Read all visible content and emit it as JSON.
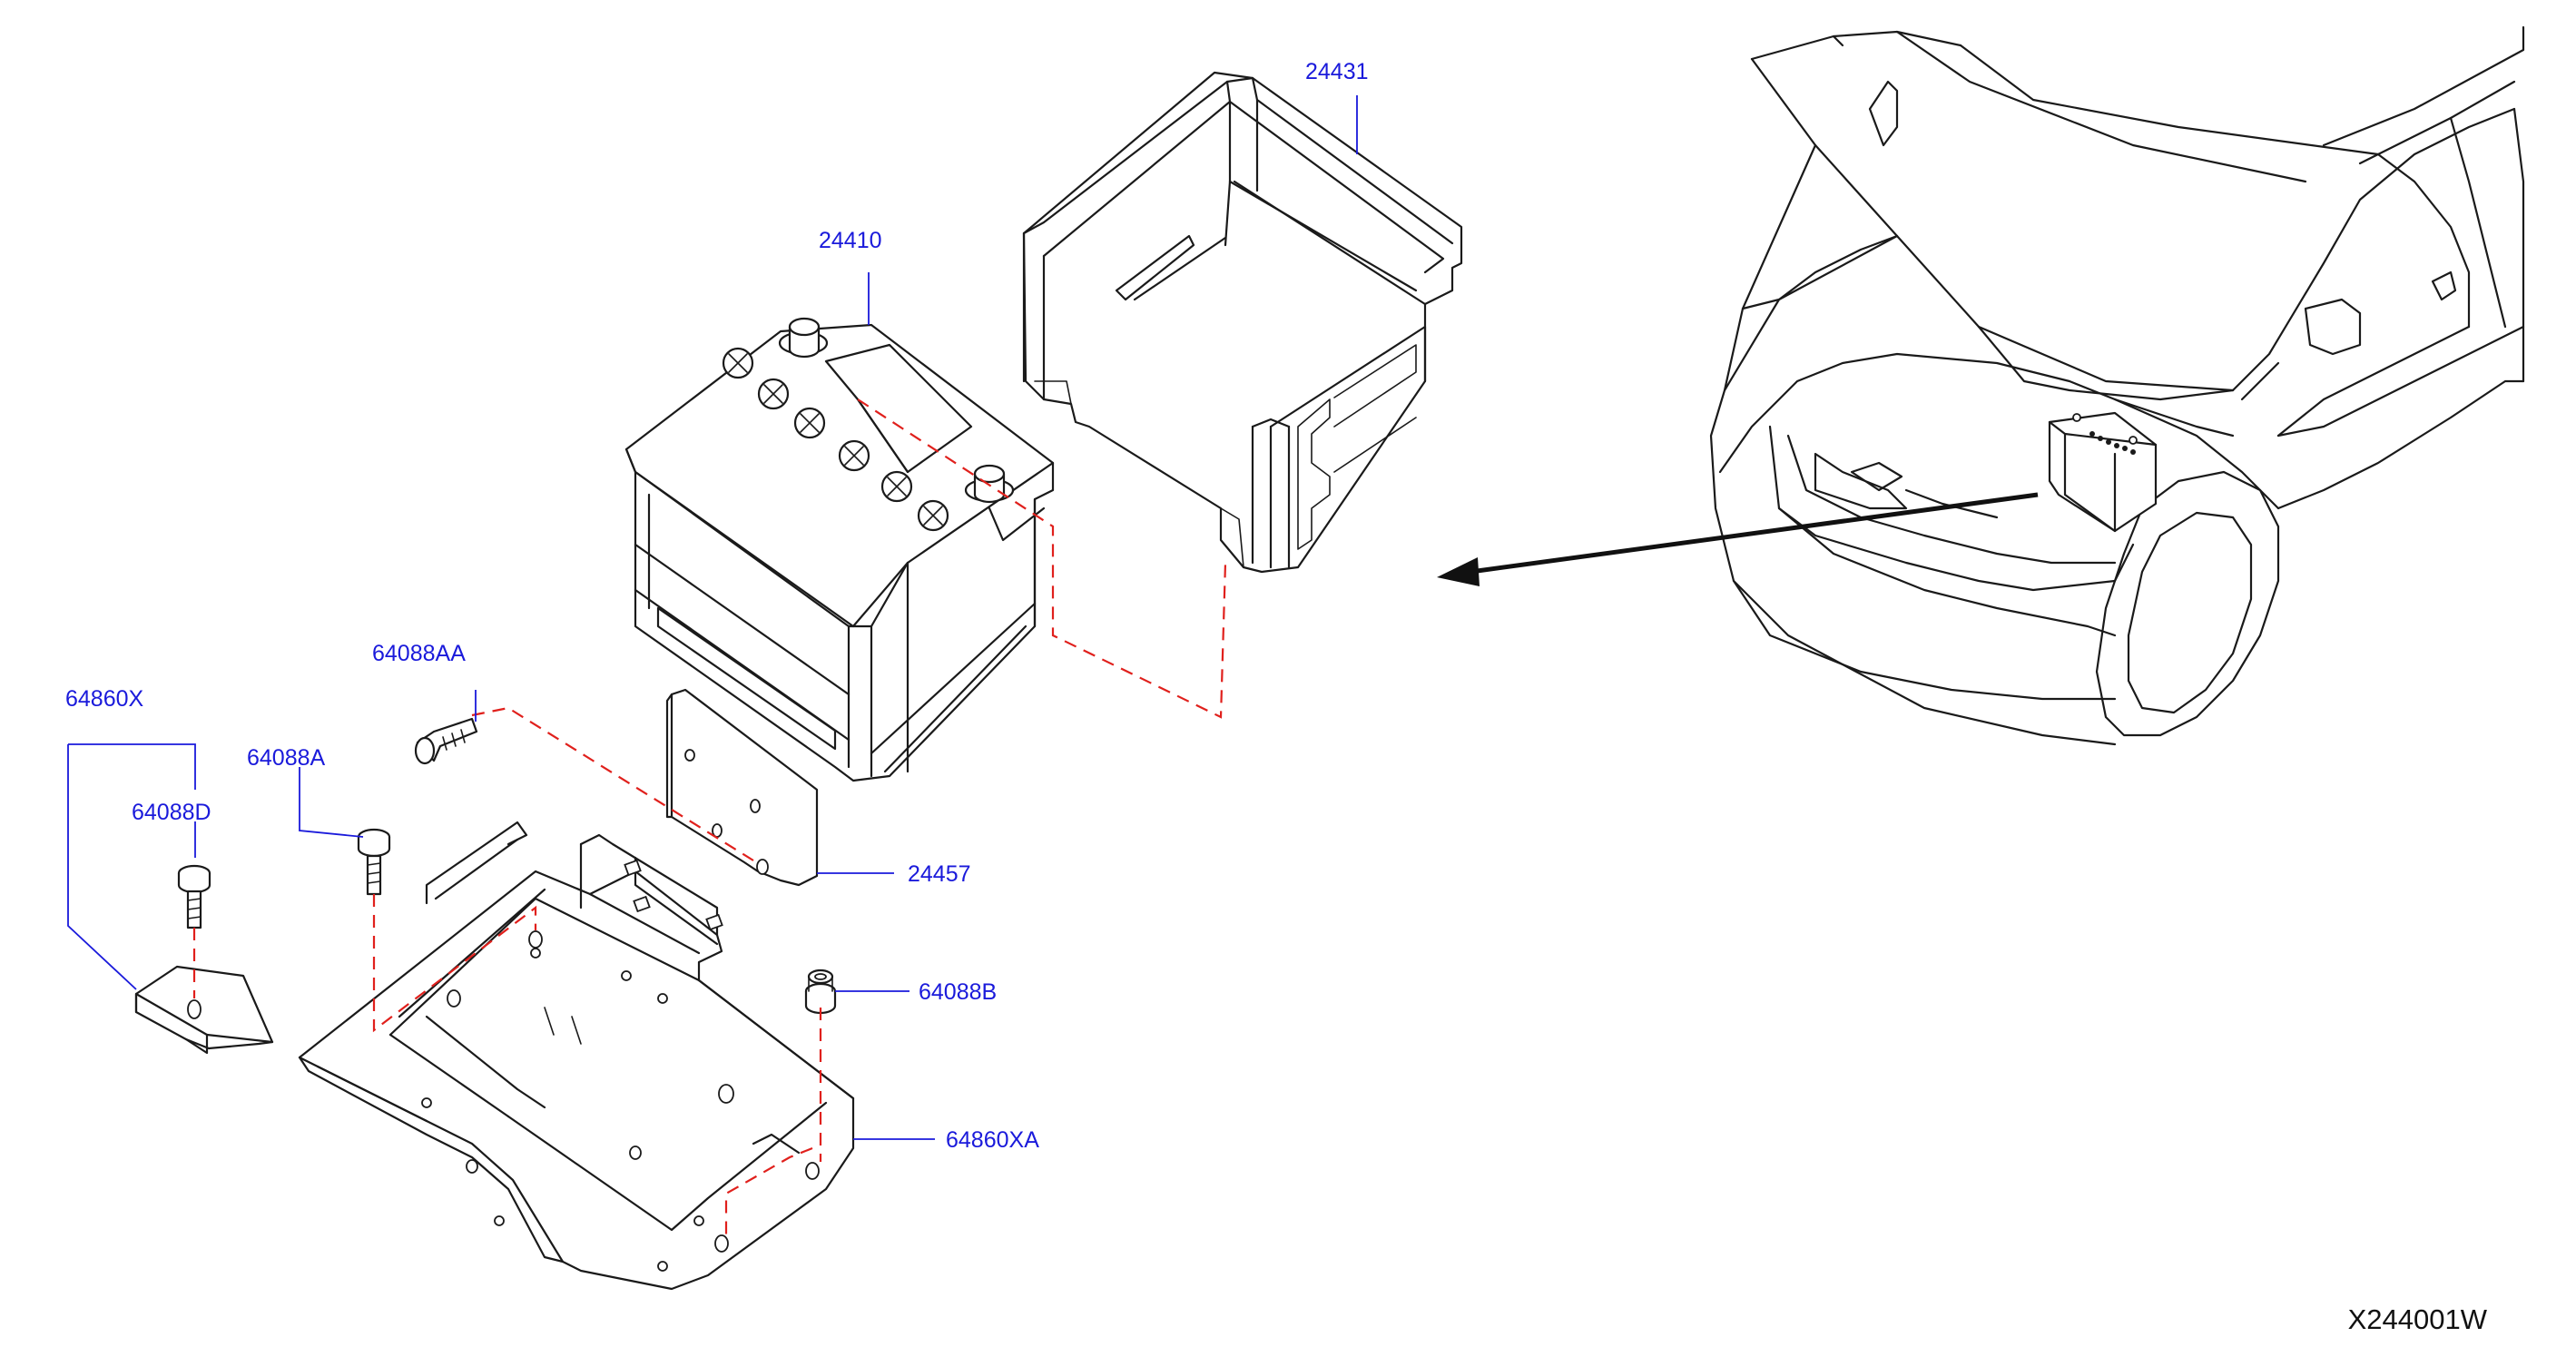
{
  "diagram_id": "X244001W",
  "colors": {
    "label": "#1a1adb",
    "hidden_line": "#e0201c",
    "outline": "#1a1a1a",
    "background": "#ffffff"
  },
  "parts": [
    {
      "number": "24431",
      "component": "battery-cover"
    },
    {
      "number": "24410",
      "component": "battery"
    },
    {
      "number": "64088AA",
      "component": "bolt"
    },
    {
      "number": "64860X",
      "component": "bracket-assembly"
    },
    {
      "number": "64088A",
      "component": "bolt"
    },
    {
      "number": "64088D",
      "component": "bolt"
    },
    {
      "number": "24457",
      "component": "hold-down-plate"
    },
    {
      "number": "64088B",
      "component": "nut"
    },
    {
      "number": "64860XA",
      "component": "battery-tray"
    }
  ]
}
